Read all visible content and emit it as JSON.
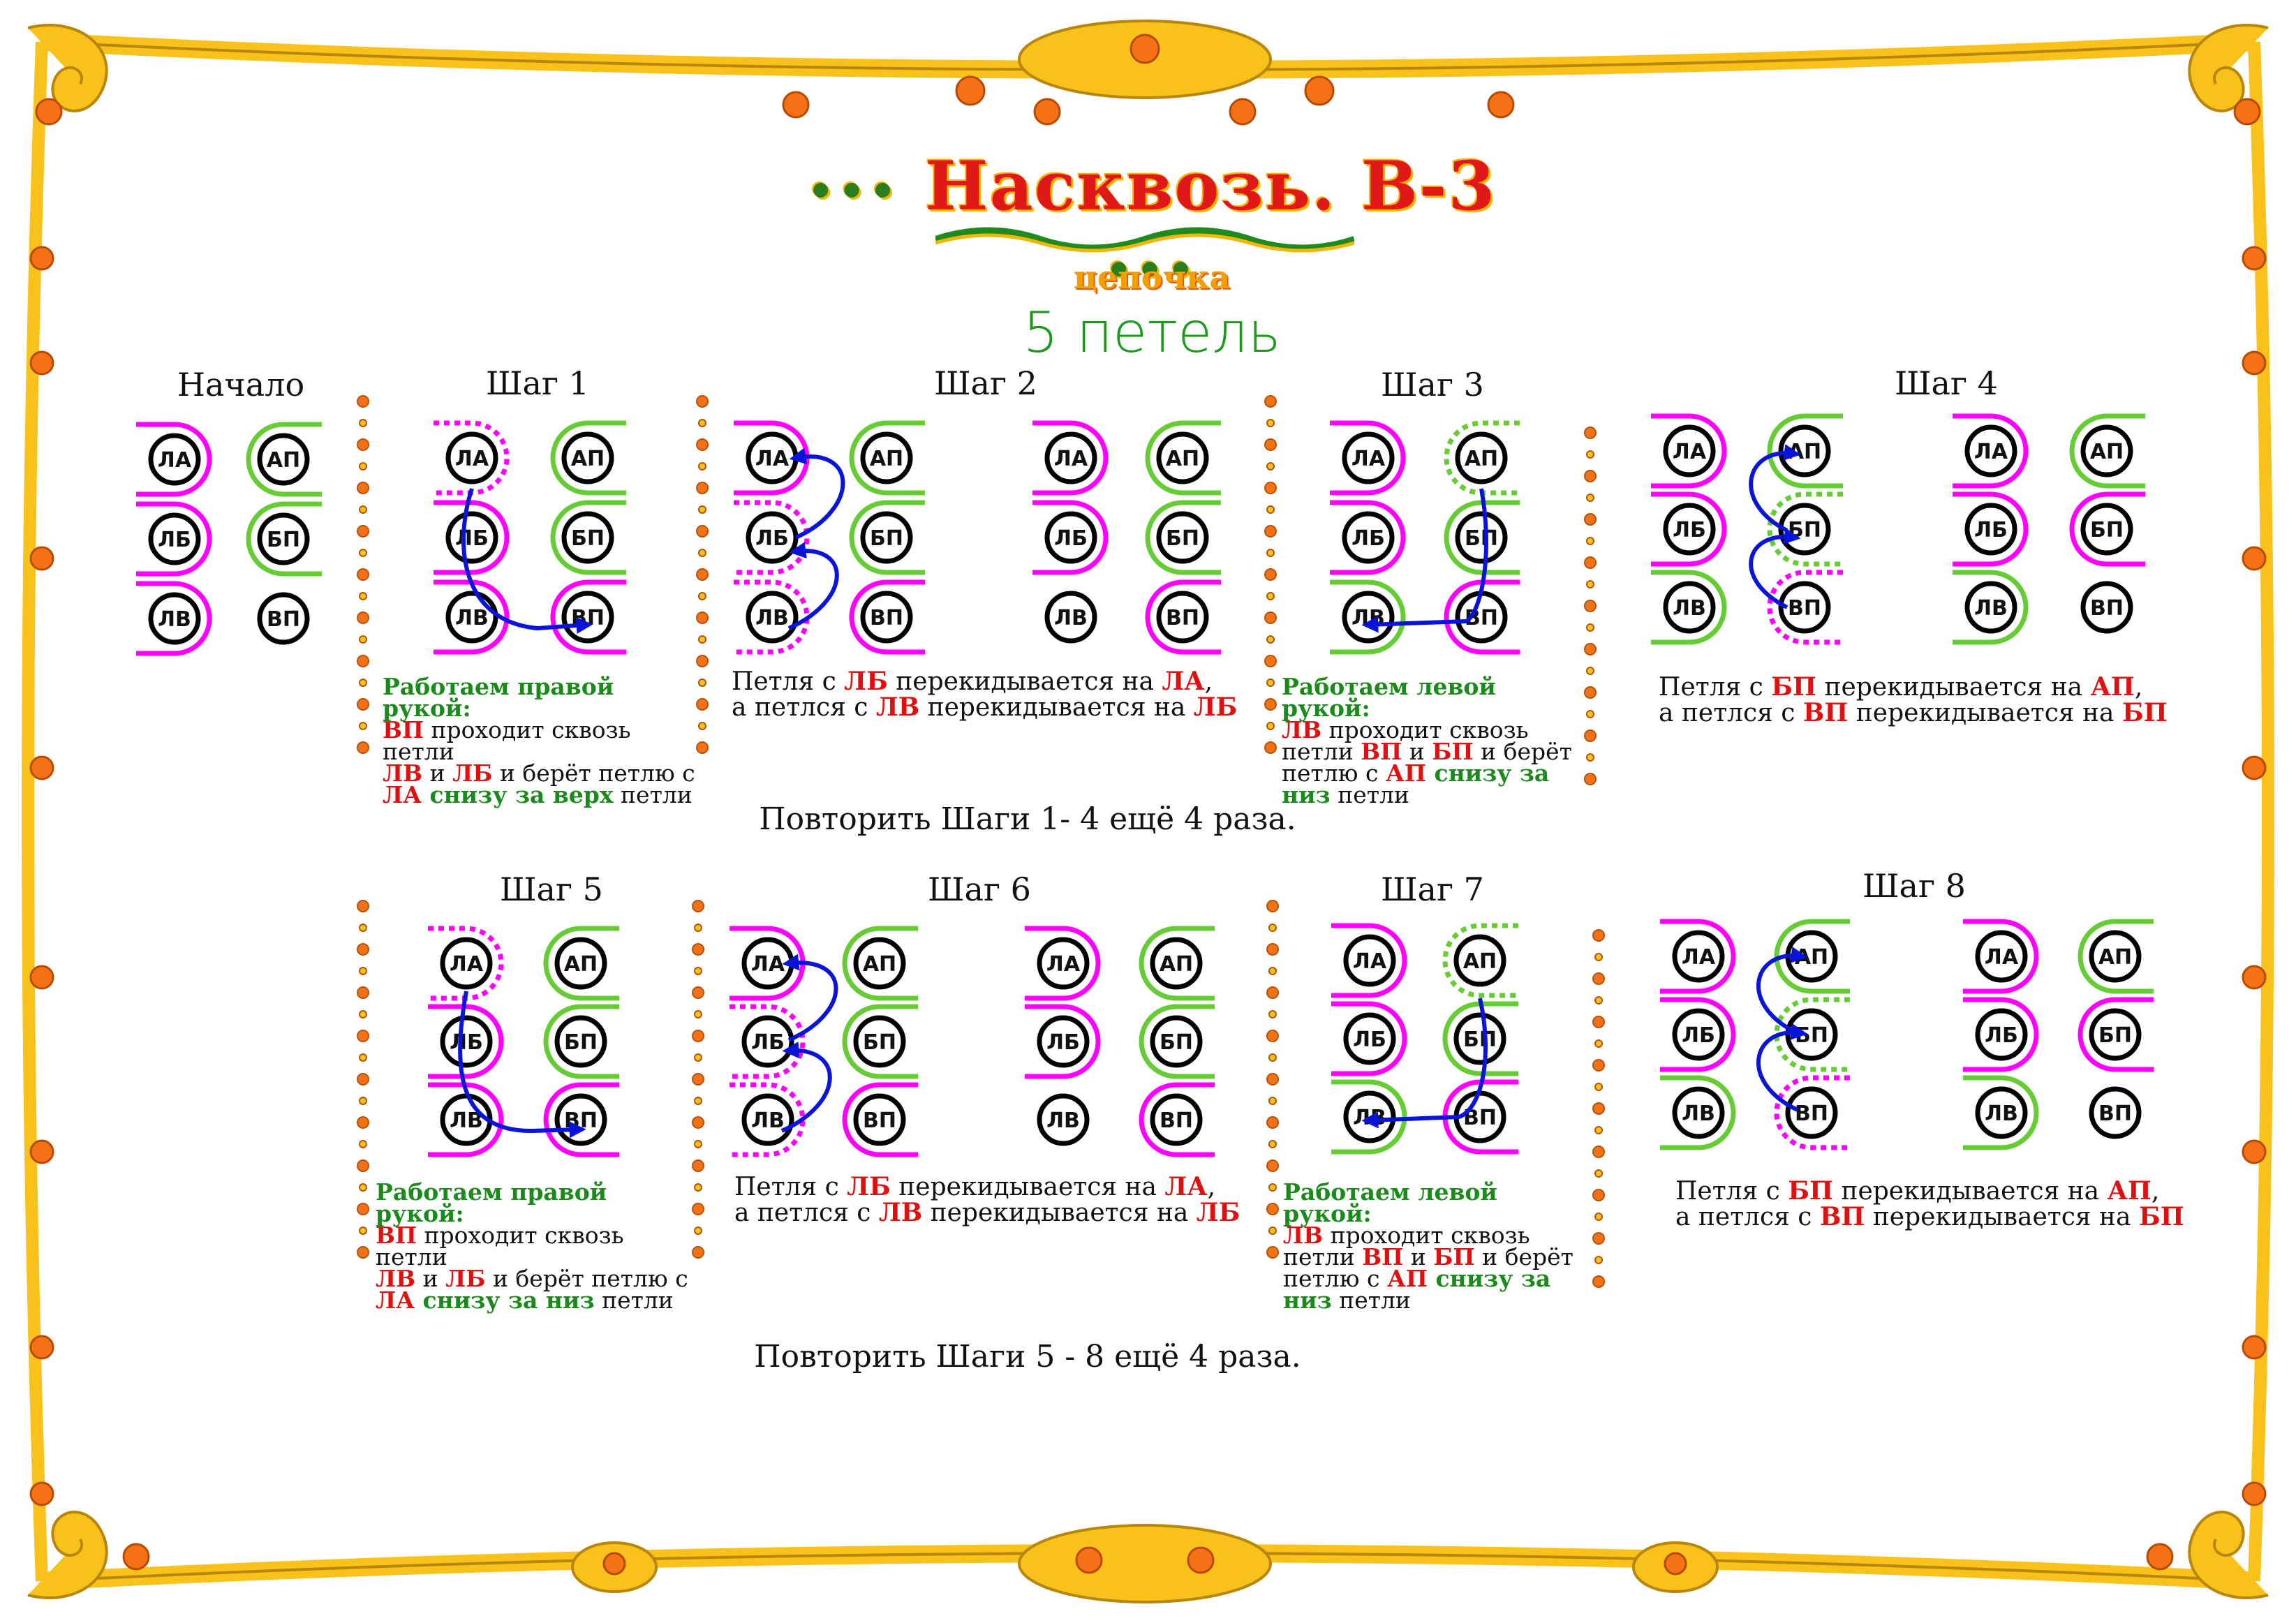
{
  "header": {
    "title": "Насквозь. В-3",
    "title_dots": "•••",
    "subtitle": "цепочка",
    "count": "5  петель"
  },
  "labels": {
    "la": "ЛА",
    "lb": "ЛБ",
    "lv": "ЛВ",
    "ap": "АП",
    "bp": "БП",
    "vp": "ВП"
  },
  "colors": {
    "magenta": "#ff00ff",
    "green": "#66cc33",
    "arrow": "#0a14d8",
    "red_text": "#e01010",
    "green_text": "#1a8a1a",
    "frame_gold": "#f9c21b",
    "frame_orange": "#f47215"
  },
  "steps": {
    "start": "Начало",
    "s1": "Шаг 1",
    "s2": "Шаг 2",
    "s3": "Шаг 3",
    "s4": "Шаг 4",
    "s5": "Шаг 5",
    "s6": "Шаг 6",
    "s7": "Шаг 7",
    "s8": "Шаг 8"
  },
  "captions": {
    "right_hand": "Работаем правой рукой:",
    "left_hand": "Работаем левой рукой:",
    "s1_l2a": "ВП",
    "s1_l2b": " проходит сквозь петли",
    "s1_l3a": "ЛВ",
    "s1_l3b": " и ",
    "s1_l3c": "ЛБ",
    "s1_l3d": " и берёт петлю с",
    "s1_l4a": "ЛА",
    "s1_l4b": " снизу за верх",
    "s1_l4c": " петли",
    "s2_l1a": "Петля с ",
    "s2_l1b": "ЛБ",
    "s2_l1c": " перекидывается на  ",
    "s2_l1d": "ЛА",
    "s2_l1e": ",",
    "s2_l2a": "а петлся с ",
    "s2_l2b": "ЛВ",
    "s2_l2c": " перекидывается на ",
    "s2_l2d": "ЛБ",
    "s3_l2a": "ЛВ",
    "s3_l2b": " проходит сквозь",
    "s3_l3a": "петли ",
    "s3_l3b": "ВП",
    "s3_l3c": " и ",
    "s3_l3d": "БП",
    "s3_l3e": " и берёт",
    "s3_l4a": "петлю с ",
    "s3_l4b": "АП",
    "s3_l4c": " снизу за",
    "s3_l5a": "низ",
    "s3_l5b": " петли",
    "s4_l1a": "Петля с ",
    "s4_l1b": "БП",
    "s4_l1c": " перекидывается на ",
    "s4_l1d": "АП",
    "s4_l1e": ",",
    "s4_l2a": "а петлся с ",
    "s4_l2b": "ВП",
    "s4_l2c": " перекидывается на ",
    "s4_l2d": "БП",
    "s5_l4a": "ЛА",
    "s5_l4b": " снизу за низ",
    "s5_l4c": " петли",
    "s6_l1a": "Петля с ",
    "s6_l1b": "ЛБ",
    "s6_l1c": " перекидывается на  ",
    "s6_l1d": "ЛА",
    "s6_l1e": ",",
    "s6_l2a": "а петлся с ",
    "s6_l2b": "ЛВ",
    "s6_l2c": " перекидывается на ",
    "s6_l2d": "ЛБ",
    "s8_l1a": "Петля с ",
    "s8_l1b": "БП",
    "s8_l1c": " перекидывается на ",
    "s8_l1d": "АП",
    "s8_l1e": ",",
    "s8_l2a": "а петлся с ",
    "s8_l2b": "ВП",
    "s8_l2c": " перекидывается на ",
    "s8_l2d": "БП"
  },
  "repeat": {
    "r1": "Повторить Шаги 1- 4 ещё 4 раза.",
    "r2": "Повторить Шаги 5 - 8 ещё 4 раза."
  }
}
